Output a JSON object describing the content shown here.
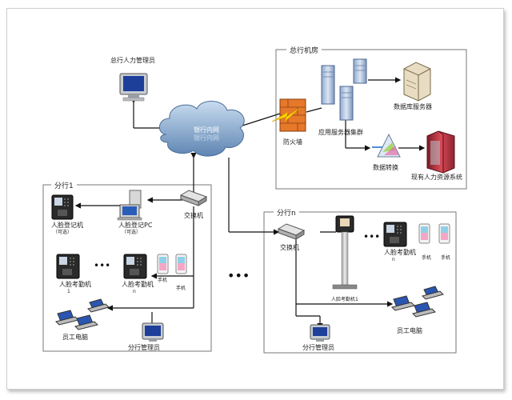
{
  "head_office": {
    "hr_admin": "总行人力管理员",
    "room_title": "总行机房",
    "db_server": "数据库服务器",
    "app_cluster": "应用服务器集群",
    "firewall": "防火墙",
    "data_convert": "数据转换",
    "hr_system": "现有人力资源系统"
  },
  "network": {
    "cloud_label": "银行内网"
  },
  "branch1": {
    "title": "分行1",
    "face_register": "人脸登记机",
    "optional1": "（可选）",
    "register_pc": "人脸登记PC",
    "optional2": "（可选）",
    "switch": "交换机",
    "face_att_1": "人脸考勤机",
    "face_att_1_sub": "1",
    "face_att_n": "人脸考勤机",
    "face_att_n_sub": "n",
    "phone1": "手机",
    "phone2": "手机",
    "staff_pc": "员工电脑",
    "admin": "分行管理员"
  },
  "branchn": {
    "title": "分行n",
    "switch": "交换机",
    "face_att_n": "人脸考勤机",
    "face_att_n_sub": "n",
    "phone1": "手机",
    "phone2": "手机",
    "face_att_1": "人脸考勤机1",
    "staff_pc": "员工电脑",
    "admin": "分行管理员"
  },
  "dots": "•••"
}
